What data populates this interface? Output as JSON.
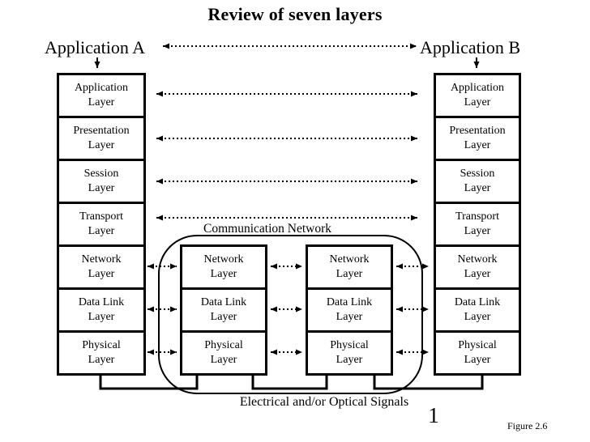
{
  "title": "Review of seven layers",
  "endpoints": {
    "left": "Application A",
    "right": "Application B"
  },
  "osi_stack": [
    "Application\nLayer",
    "Presentation\nLayer",
    "Session\nLayer",
    "Transport\nLayer",
    "Network\nLayer",
    "Data Link\nLayer",
    "Physical\nLayer"
  ],
  "network_node_stack": [
    "Network\nLayer",
    "Data Link\nLayer",
    "Physical\nLayer"
  ],
  "communication_network": {
    "label": "Communication Network"
  },
  "bottom_label": "Electrical and/or Optical Signals",
  "page_number": "1",
  "figure_caption": "Figure 2.6",
  "colors": {
    "background": "#ffffff",
    "foreground": "#000000"
  }
}
